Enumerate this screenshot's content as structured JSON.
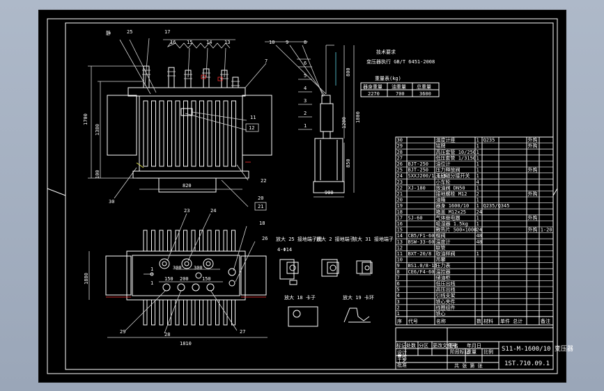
{
  "title_block": {
    "model": "S11-M-1600/10 变压器",
    "drawing_no": "1ST.710.09.1",
    "header_cols": [
      "序",
      "代号",
      "名称",
      "数",
      "材料",
      "单件 总计",
      "备注"
    ]
  },
  "front_view": {
    "dim_width": "820",
    "dim_height_outer": "1700",
    "dim_height_inner": "1380",
    "dim_base": "100",
    "callouts": [
      "25",
      "17",
      "16",
      "15",
      "14",
      "13",
      "7",
      "11",
      "12",
      "22",
      "20",
      "21",
      "30"
    ],
    "label_left": "静"
  },
  "side_view": {
    "dim_top": "800",
    "dim_mid": "1200",
    "dim_total": "1800",
    "dim_low": "850",
    "dim_base_width": "900",
    "callouts_top": [
      "10",
      "9",
      "8"
    ],
    "callouts_side": [
      "6",
      "5",
      "4",
      "3",
      "2",
      "1"
    ]
  },
  "plan_view": {
    "dim_width": "1810",
    "dim_height": "1880",
    "dim_inner": [
      "300",
      "300",
      "150",
      "200",
      "150"
    ],
    "callouts": [
      "23",
      "24",
      "18",
      "26",
      "29",
      "28",
      "27"
    ],
    "side_mark": "1",
    "side_mark_b": "1"
  },
  "details": {
    "d1_title": "放大 25 接地端子图",
    "d2_title": "放大 2 接地端子",
    "d3_title": "放大 31 接地端子",
    "d4_title": "放大 18 卡子",
    "d5_title": "放大 19 卡环",
    "bolt_label": "4-Φ14"
  },
  "tech": {
    "title": "技术要求",
    "line1": "变压器执行 GB/T 6451-2008",
    "weight_title": "重量表(kg)",
    "weight_headers": [
      "器身重量",
      "油重量",
      "总重量"
    ],
    "weight_values": [
      "2270",
      "700",
      "3600"
    ]
  },
  "bom": {
    "rows": [
      {
        "no": "30",
        "code": "",
        "name": "温度计座",
        "qty": "1",
        "mat": "Q235",
        "wt": "",
        "note": "外购"
      },
      {
        "no": "29",
        "code": "",
        "name": "铭牌",
        "qty": "1",
        "mat": "",
        "wt": "",
        "note": "外购"
      },
      {
        "no": "28",
        "code": "",
        "name": "高压套管 10/250",
        "qty": "1",
        "mat": "",
        "wt": "",
        "note": ""
      },
      {
        "no": "27",
        "code": "",
        "name": "低压套管 1/3150",
        "qty": "1",
        "mat": "",
        "wt": "",
        "note": ""
      },
      {
        "no": "26",
        "code": "BJT-250",
        "name": "油位计",
        "qty": "1",
        "mat": "",
        "wt": "",
        "note": ""
      },
      {
        "no": "25",
        "code": "BJT-250",
        "name": "压力释放阀",
        "qty": "1",
        "mat": "",
        "wt": "",
        "note": "外购"
      },
      {
        "no": "24",
        "code": "SXXJ200/1.5-3",
        "name": "无励磁分接开关",
        "qty": "1",
        "mat": "",
        "wt": "",
        "note": ""
      },
      {
        "no": "23",
        "code": "",
        "name": "小车轮",
        "qty": "4",
        "mat": "",
        "wt": "",
        "note": ""
      },
      {
        "no": "22",
        "code": "XJ-180",
        "name": "放油阀 DN50",
        "qty": "1",
        "mat": "",
        "wt": "",
        "note": ""
      },
      {
        "no": "21",
        "code": "",
        "name": "接地螺栓 M12",
        "qty": "2",
        "mat": "",
        "wt": "",
        "note": "外购"
      },
      {
        "no": "20",
        "code": "",
        "name": "油箱",
        "qty": "1",
        "mat": "",
        "wt": "",
        "note": ""
      },
      {
        "no": "19",
        "code": "",
        "name": "器身 1600/10",
        "qty": "1",
        "mat": "Q235/Q345",
        "wt": "",
        "note": ""
      },
      {
        "no": "18",
        "code": "",
        "name": "箱盖 M12x25",
        "qty": "24",
        "mat": "",
        "wt": "",
        "note": ""
      },
      {
        "no": "17",
        "code": "SJ-60",
        "name": "气体继电器",
        "qty": "1",
        "mat": "",
        "wt": "",
        "note": "外购"
      },
      {
        "no": "16",
        "code": "",
        "name": "吸湿器 1.5kg",
        "qty": "1",
        "mat": "",
        "wt": "",
        "note": ""
      },
      {
        "no": "15",
        "code": "",
        "name": "散热片 500×1000",
        "qty": "24",
        "mat": "",
        "wt": "",
        "note": "外购 1-20"
      },
      {
        "no": "14",
        "code": "CB5/F1-60",
        "name": "蝶阀",
        "qty": "48",
        "mat": "",
        "wt": "",
        "note": ""
      },
      {
        "no": "13",
        "code": "BSW-33-60",
        "name": "温度计",
        "qty": "48",
        "mat": "",
        "wt": "",
        "note": ""
      },
      {
        "no": "12",
        "code": "",
        "name": "联管",
        "qty": "",
        "mat": "",
        "wt": "",
        "note": ""
      },
      {
        "no": "11",
        "code": "BXT-20/8",
        "name": "取油样阀",
        "qty": "1",
        "mat": "",
        "wt": "",
        "note": ""
      },
      {
        "no": "10",
        "code": "",
        "name": "吊攀",
        "qty": "",
        "mat": "",
        "wt": "",
        "note": ""
      },
      {
        "no": "9",
        "code": "BS1.0/8-16",
        "name": "压力表",
        "qty": "",
        "mat": "",
        "wt": "",
        "note": ""
      },
      {
        "no": "8",
        "code": "CE6/F4-60",
        "name": "温控器",
        "qty": "",
        "mat": "",
        "wt": "",
        "note": ""
      },
      {
        "no": "7",
        "code": "",
        "name": "储油柜",
        "qty": "",
        "mat": "",
        "wt": "",
        "note": ""
      },
      {
        "no": "6",
        "code": "",
        "name": "低压出线",
        "qty": "",
        "mat": "",
        "wt": "",
        "note": ""
      },
      {
        "no": "5",
        "code": "",
        "name": "高压出线",
        "qty": "",
        "mat": "",
        "wt": "",
        "note": ""
      },
      {
        "no": "4",
        "code": "",
        "name": "引线支架",
        "qty": "",
        "mat": "",
        "wt": "",
        "note": ""
      },
      {
        "no": "3",
        "code": "",
        "name": "铁心夹件",
        "qty": "",
        "mat": "",
        "wt": "",
        "note": ""
      },
      {
        "no": "2",
        "code": "",
        "name": "线圈组件",
        "qty": "",
        "mat": "",
        "wt": "",
        "note": ""
      },
      {
        "no": "1",
        "code": "",
        "name": "铁心",
        "qty": "",
        "mat": "",
        "wt": "",
        "note": ""
      }
    ]
  },
  "signoff": {
    "labels": [
      "标记",
      "处数",
      "分区",
      "更改文件号",
      "签名",
      "年月日"
    ],
    "labels2": [
      "设计",
      "审核",
      "工艺",
      "批准"
    ],
    "stage": [
      "阶段标记",
      "重量",
      "比例"
    ],
    "sheet": "共 张 第 张"
  }
}
